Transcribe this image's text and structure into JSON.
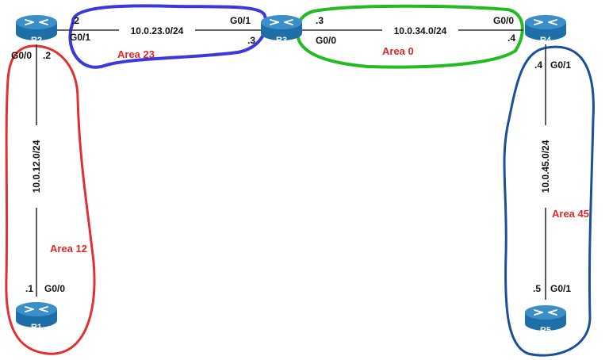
{
  "routers": [
    {
      "id": "r2",
      "name": "R2"
    },
    {
      "id": "r3",
      "name": "R3"
    },
    {
      "id": "r4",
      "name": "R4"
    },
    {
      "id": "r1",
      "name": "R1"
    },
    {
      "id": "r5",
      "name": "R5"
    }
  ],
  "links": {
    "r2_r3": {
      "subnet": "10.0.23.0/24",
      "a_ip": ".2",
      "a_if": "G0/1",
      "b_ip": ".3",
      "b_if": "G0/1"
    },
    "r3_r4": {
      "subnet": "10.0.34.0/24",
      "a_ip": ".3",
      "a_if": "G0/0",
      "b_ip": ".4",
      "b_if": "G0/0"
    },
    "r2_r1": {
      "subnet": "10.0.12.0/24",
      "a_ip": ".2",
      "a_if": "G0/0",
      "b_ip": ".1",
      "b_if": "G0/0"
    },
    "r4_r5": {
      "subnet": "10.0.45.0/24",
      "a_ip": ".4",
      "a_if": "G0/1",
      "b_ip": ".5",
      "b_if": "G0/1"
    }
  },
  "areas": {
    "area23": {
      "label": "Area 23",
      "color": "#3a3adc"
    },
    "area0": {
      "label": "Area 0",
      "color": "#22bb22"
    },
    "area12": {
      "label": "Area 12",
      "color": "#e03030"
    },
    "area45": {
      "label": "Area 45",
      "color": "#1a4f9a"
    }
  },
  "colors": {
    "router_body": "#1e6fa8",
    "router_top": "#3a8fc8",
    "link": "#333333",
    "area_text": "#e02828"
  },
  "icons": {
    "router": "router-icon"
  }
}
